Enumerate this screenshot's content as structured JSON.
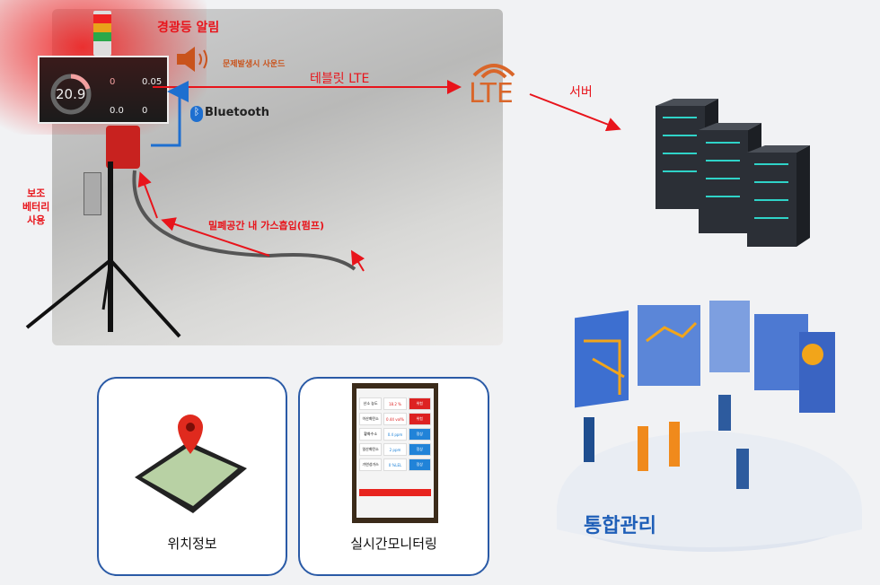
{
  "labels": {
    "warning_light": "경광등 알림",
    "sound": "문제발생시 사운드",
    "tablet_lte": "테블릿 LTE",
    "lte": "LTE",
    "server": "서버",
    "bluetooth": "Bluetooth",
    "battery": [
      "보조",
      "베터리",
      "사용"
    ],
    "gas_intake": "밀폐공간 내 가스흡입(펌프)",
    "integrated": "통합관리"
  },
  "display": {
    "oxygen": "20.9",
    "co": "0",
    "co2": "0.05",
    "h2s": "0.0",
    "ch4": "0"
  },
  "cards": [
    {
      "label": "위치정보",
      "icon": "map-pin-phone"
    },
    {
      "label": "실시간모니터링",
      "icon": "tablet-monitor"
    }
  ],
  "tablet": {
    "rows": [
      {
        "name": "산소 농도",
        "value": "18.2 %",
        "status": "위험",
        "alert": true
      },
      {
        "name": "이산화탄소",
        "value": "0.44 vol%",
        "status": "위험",
        "alert": true
      },
      {
        "name": "황화수소",
        "value": "0.4 ppm",
        "status": "정상",
        "alert": false
      },
      {
        "name": "일산화탄소",
        "value": "2 ppm",
        "status": "정상",
        "alert": false
      },
      {
        "name": "가연성가스",
        "value": "0 %LEL",
        "status": "정상",
        "alert": false
      }
    ]
  },
  "colors": {
    "alert": "#e8141b",
    "lte": "#d9662a",
    "card_border": "#2a5aa6",
    "bluetooth": "#1e6fd0"
  }
}
